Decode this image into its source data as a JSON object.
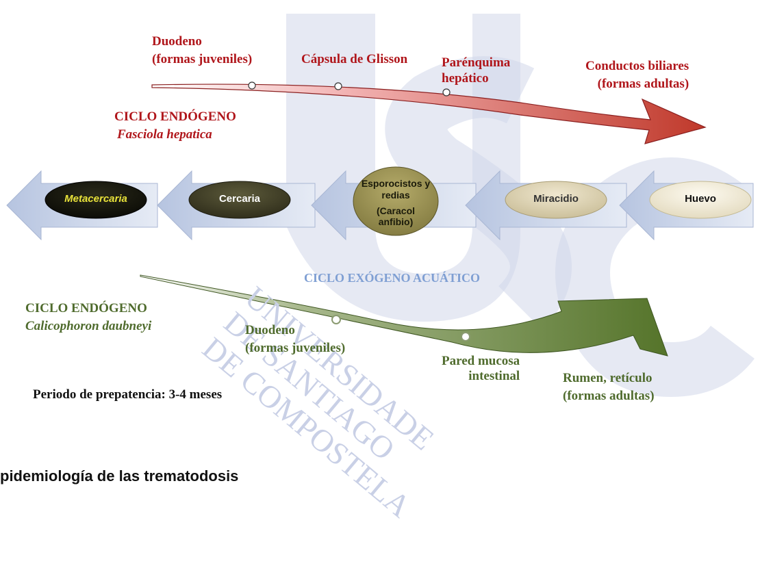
{
  "watermark": {
    "letters": "USC",
    "text": [
      "UNIVERSIDADE",
      "DE SANTIAGO",
      "DE COMPOSTELA"
    ]
  },
  "upper_cycle": {
    "title": "CICLO ENDÓGENO",
    "species": "Fasciola hepatica",
    "stages": [
      {
        "line1": "Duodeno",
        "line2": "(formas juveniles)"
      },
      {
        "line1": "Cápsula de Glisson",
        "line2": ""
      },
      {
        "line1": "Parénquima",
        "line2": "hepático"
      },
      {
        "line1": "Conductos biliares",
        "line2": "(formas adultas)"
      }
    ]
  },
  "exogenous_cycle": {
    "title": "CICLO EXÓGENO ACUÁTICO",
    "stages": [
      {
        "label": "Metacercaria"
      },
      {
        "label": "Cercaria"
      },
      {
        "label": "Esporocistos y redias (Caracol anfibio)",
        "line1": "Esporocistos y",
        "line2": "redias",
        "line3": "(Caracol",
        "line4": "anfibio)"
      },
      {
        "label": "Miracidio"
      },
      {
        "label": "Huevo"
      }
    ]
  },
  "lower_cycle": {
    "title": "CICLO ENDÓGENO",
    "species": "Calicophoron daubneyi",
    "stages": [
      {
        "line1": "Duodeno",
        "line2": "(formas juveniles)"
      },
      {
        "line1": "Pared mucosa",
        "line2": "intestinal"
      },
      {
        "line1": "Rumen, retículo",
        "line2": "(formas adultas)"
      }
    ],
    "prepatency": "Periodo de prepatencia: 3-4 meses"
  },
  "section_heading": "pidemiología de las trematodosis",
  "colors": {
    "red": "#b0161b",
    "green": "#4f6b2d",
    "watermark": "#c9d0e6",
    "mid_title": "#7f9fd3"
  }
}
